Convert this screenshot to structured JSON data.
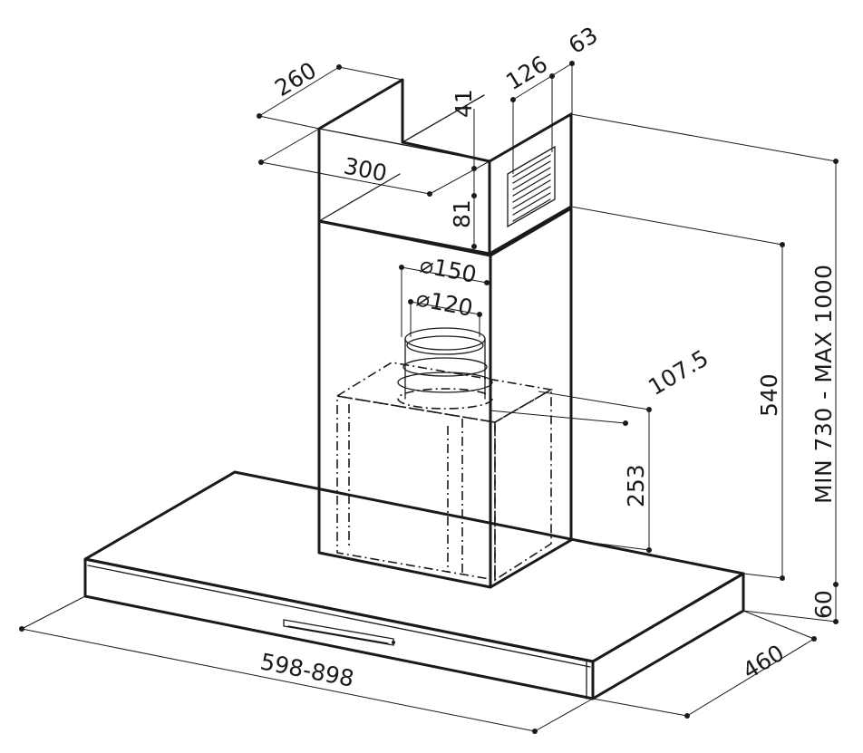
{
  "dimensions": {
    "chimney_depth": "260",
    "chimney_width": "300",
    "top_gap": "41",
    "vent_height": "81",
    "vent_width": "126",
    "vent_offset": "63",
    "outlet_outer_diameter": "⌀150",
    "outlet_inner_diameter": "⌀120",
    "motor_offset": "107.5",
    "motor_height": "253",
    "lower_chimney_height": "540",
    "total_height_range": "MIN 730 - MAX 1000",
    "canopy_thickness": "60",
    "canopy_width": "598-898",
    "canopy_depth": "460"
  }
}
